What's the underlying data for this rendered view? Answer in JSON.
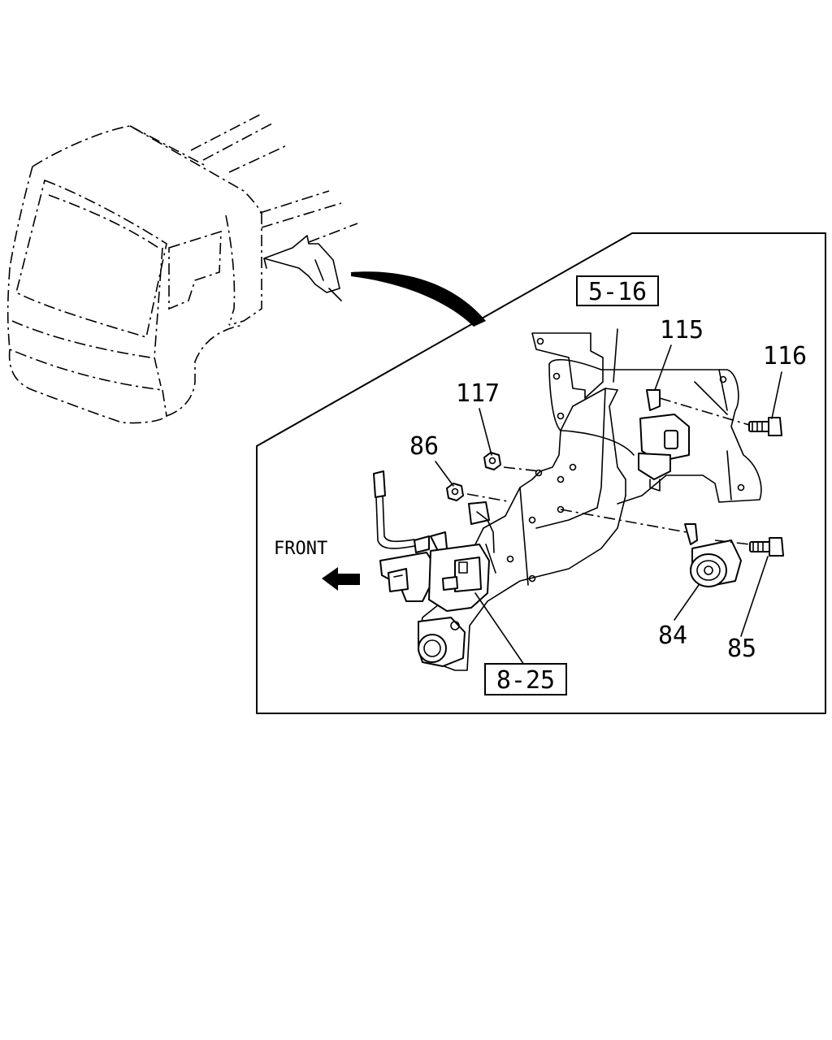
{
  "diagram": {
    "callouts": {
      "ref_5_16": "5-16",
      "ref_8_25": "8-25",
      "part_115": "115",
      "part_116": "116",
      "part_117": "117",
      "part_86": "86",
      "part_84": "84",
      "part_85": "85"
    },
    "direction_label": "FRONT"
  }
}
